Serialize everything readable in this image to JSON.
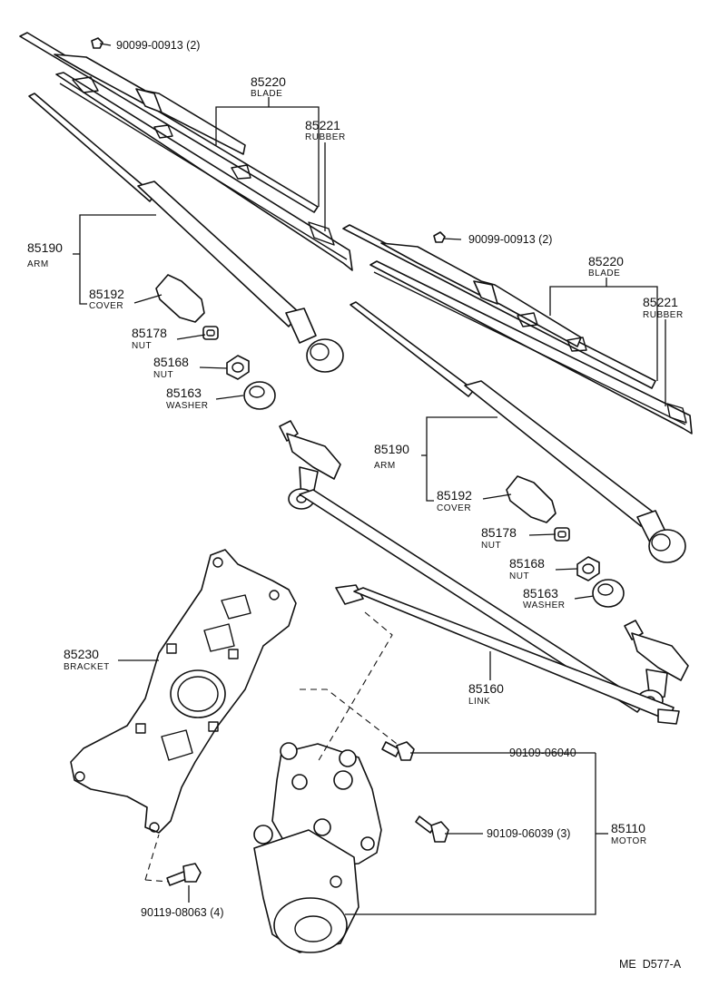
{
  "callouts": {
    "blade_screw_upper": "90099-00913 (2)",
    "blade_upper": {
      "number": "85220",
      "name": "BLADE"
    },
    "rubber_upper": {
      "number": "85221",
      "name": "RUBBER"
    },
    "arm_left": {
      "number": "85190",
      "name": "ARM"
    },
    "cover_left": {
      "number": "85192",
      "name": "COVER"
    },
    "nut_small_left": {
      "number": "85178",
      "name": "NUT"
    },
    "nut_left": {
      "number": "85168",
      "name": "NUT"
    },
    "washer_left": {
      "number": "85163",
      "name": "WASHER"
    },
    "blade_screw_lower": "90099-00913 (2)",
    "blade_lower": {
      "number": "85220",
      "name": "BLADE"
    },
    "rubber_lower": {
      "number": "85221",
      "name": "RUBBER"
    },
    "arm_right": {
      "number": "85190",
      "name": "ARM"
    },
    "cover_right": {
      "number": "85192",
      "name": "COVER"
    },
    "nut_small_right": {
      "number": "85178",
      "name": "NUT"
    },
    "nut_right": {
      "number": "85168",
      "name": "NUT"
    },
    "washer_right": {
      "number": "85163",
      "name": "WASHER"
    },
    "bracket": {
      "number": "85230",
      "name": "BRACKET"
    },
    "link": {
      "number": "85160",
      "name": "LINK"
    },
    "bolt_upper": "90109-06040",
    "bolt_lower": "90109-06039 (3)",
    "motor": {
      "number": "85110",
      "name": "MOTOR"
    },
    "bracket_bolt": "90119-08063 (4)"
  },
  "drawing_code": "ME  D577-A"
}
